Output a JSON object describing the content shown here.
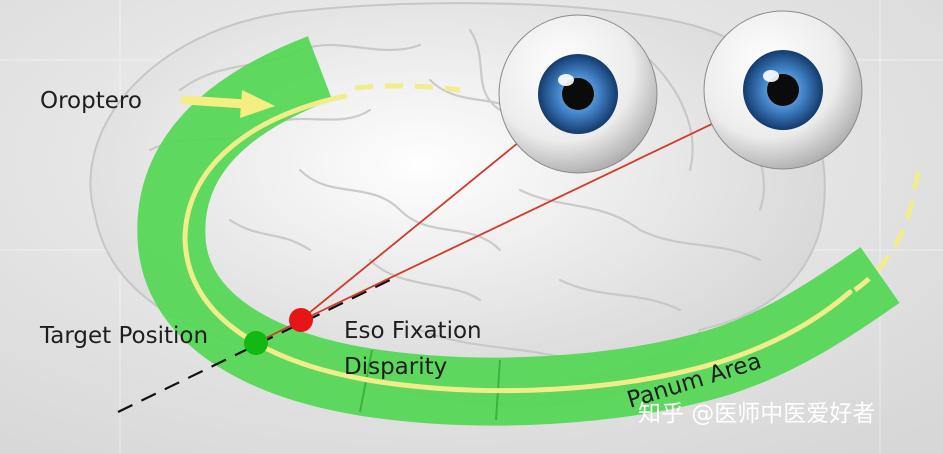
{
  "labels": {
    "horopter": "Oroptero",
    "target": "Target Position",
    "fixation_line1": "Eso Fixation",
    "fixation_line2": "Disparity",
    "panum": "Panum Area"
  },
  "watermark": "知乎 @医师中医爱好者",
  "colors": {
    "panum_band": "#4fd64f",
    "horopter_line": "#f1ec8c",
    "arrow": "#f4ee84",
    "sight_lines": "#d23a2a",
    "target_dot": "#14b814",
    "fixation_dot": "#e61616",
    "iris": "#3f7fc4"
  },
  "icons": [
    "brain-background",
    "left-eye-icon",
    "right-eye-icon"
  ]
}
